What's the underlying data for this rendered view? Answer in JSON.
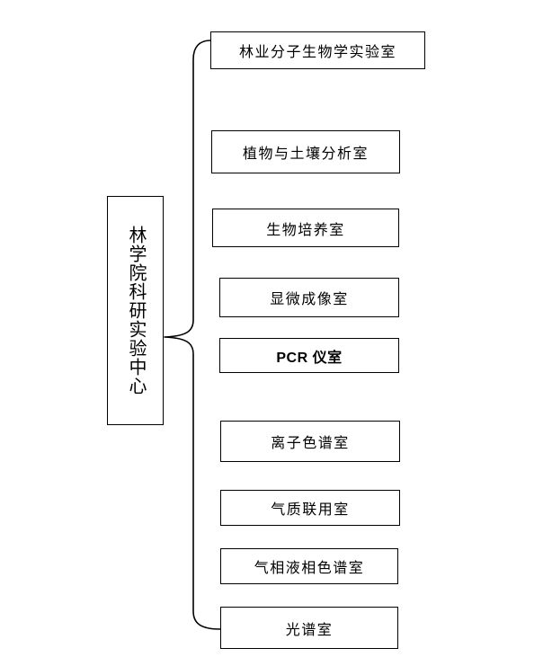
{
  "diagram": {
    "type": "organizational-tree",
    "orientation": "left-root-right-leaves",
    "connector": "curly-brace",
    "root": {
      "label": "林学院科研实验中心",
      "text_direction": "vertical"
    },
    "leaves": [
      {
        "label": "林业分子生物学实验室",
        "style": "serif"
      },
      {
        "label": "植物与土壤分析室",
        "style": "serif"
      },
      {
        "label": "生物培养室",
        "style": "serif"
      },
      {
        "label": "显微成像室",
        "style": "serif"
      },
      {
        "label": "PCR 仪室",
        "style": "sans-bold"
      },
      {
        "label": "离子色谱室",
        "style": "serif"
      },
      {
        "label": "气质联用室",
        "style": "serif"
      },
      {
        "label": "气相液相色谱室",
        "style": "serif"
      },
      {
        "label": "光谱室",
        "style": "serif"
      }
    ],
    "colors": {
      "stroke": "#000000",
      "fill": "#ffffff",
      "text": "#000000"
    }
  }
}
